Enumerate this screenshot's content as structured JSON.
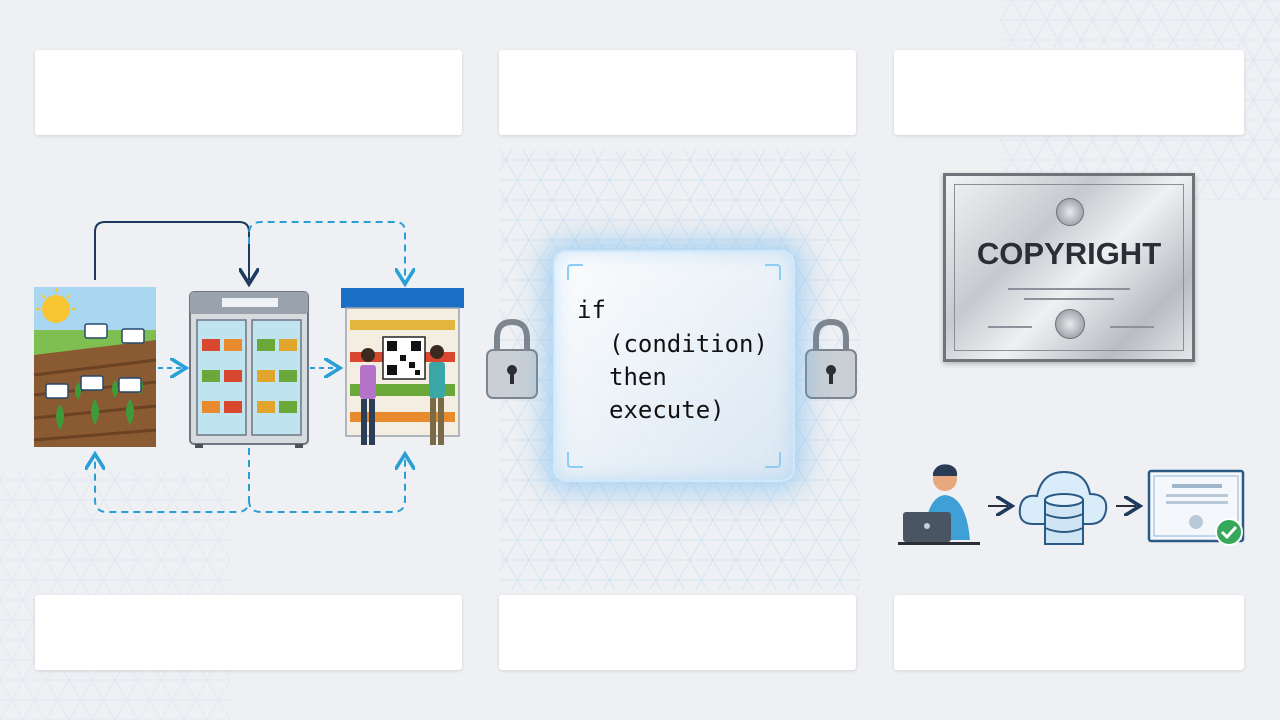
{
  "panels": {
    "top": [
      "",
      "",
      ""
    ],
    "bottom": [
      "",
      "",
      ""
    ]
  },
  "code": {
    "line1": "if",
    "line2": "(condition)",
    "line3": "then",
    "line4": "execute)"
  },
  "certificate": {
    "title": "COPYRIGHT"
  },
  "colors": {
    "background": "#eef0f3",
    "arrow_dark": "#1f3a5f",
    "arrow_dashed": "#2a9fd6",
    "glow": "#5aaff0"
  }
}
